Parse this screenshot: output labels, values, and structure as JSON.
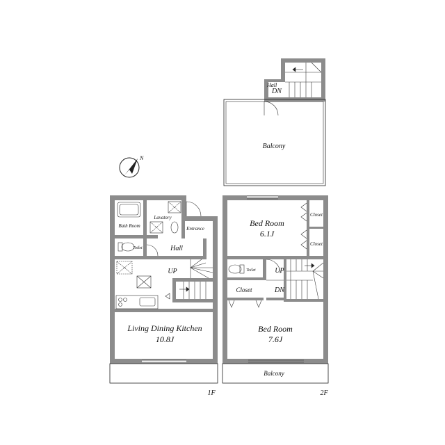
{
  "floors": {
    "first_floor_label": "1F",
    "second_floor_label": "2F"
  },
  "rooms_1f": {
    "bath_room": "Bath Room",
    "lavatory": "Lavatory",
    "entrance": "Entrance",
    "toilet": "Toilet",
    "hall": "Hall",
    "up": "UP",
    "ldk_name": "Living Dining Kitchen",
    "ldk_size": "10.8J"
  },
  "rooms_2f": {
    "bedroom_top_name": "Bed Room",
    "bedroom_top_size": "6.1J",
    "closet_a": "Closet",
    "closet_b": "Closet",
    "toilet": "Toilet",
    "up": "UP",
    "dn": "DN",
    "closet_c": "Closet",
    "bedroom_bottom_name": "Bed Room",
    "bedroom_bottom_size": "7.6J",
    "balcony": "Balcony"
  },
  "rooftop": {
    "hall": "Hall",
    "dn": "DN",
    "balcony": "Balcony"
  },
  "compass": {
    "north_label": "N"
  },
  "colors": {
    "wall": "#8c8c8c",
    "line": "#222222",
    "background": "#ffffff"
  }
}
